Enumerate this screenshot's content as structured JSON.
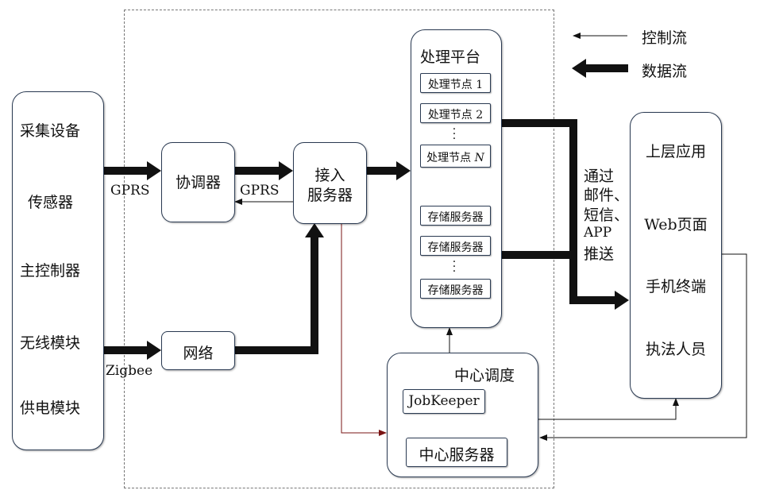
{
  "legend": {
    "control_flow": "控制流",
    "data_flow": "数据流"
  },
  "collect_device": {
    "title": "采集设备",
    "items": [
      "传感器",
      "主控制器",
      "无线模块",
      "供电模块"
    ]
  },
  "coordinator": "协调器",
  "network": "网络",
  "access_server": [
    "接入",
    "服务器"
  ],
  "processing_platform": {
    "title": "处理平台",
    "nodes": [
      "处理节点 1",
      "处理节点 2",
      "处理节点 N"
    ],
    "storage": [
      "存储服务器",
      "存储服务器",
      "存储服务器"
    ]
  },
  "center_dispatch": {
    "title": "中心调度",
    "jobkeeper": "JobKeeper",
    "center_server": "中心服务器"
  },
  "upper_apps": [
    "上层应用",
    "Web页面",
    "手机终端",
    "执法人员"
  ],
  "push_label": [
    "通过",
    "邮件、",
    "短信、",
    "APP",
    "推送"
  ],
  "link_labels": {
    "gprs_left": "GPRS",
    "gprs_mid": "GPRS",
    "zigbee": "Zigbee"
  }
}
